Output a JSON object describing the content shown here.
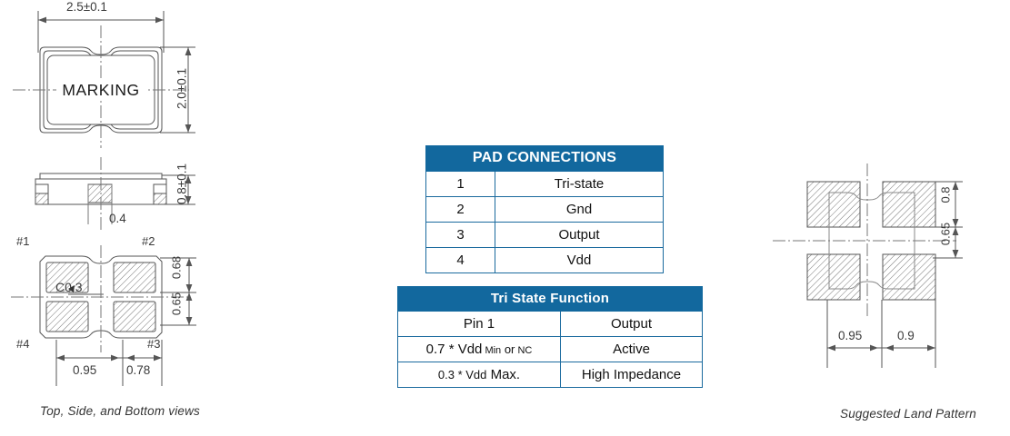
{
  "captions": {
    "left": "Top, Side, and  Bottom  views",
    "right": "Suggested Land Pattern"
  },
  "colors": {
    "table_header_bg": "#12689e",
    "table_header_text": "#ffffff",
    "table_border": "#1a6a9e",
    "line": "#555555",
    "hatch": "#666666",
    "background": "#ffffff"
  },
  "top_view": {
    "marking_label": "MARKING",
    "width_dim": "2.5±0.1",
    "height_dim": "2.0±0.1"
  },
  "side_view": {
    "height_dim": "0.8±0.1",
    "center_dim": "0.4",
    "pin_left": "#1",
    "pin_right": "#2"
  },
  "bottom_view": {
    "chamfer_note": "C0.3",
    "pins": {
      "tl": "#1",
      "tr": "#2",
      "bl": "#4",
      "br": "#3"
    },
    "dim_top_right": "0.68",
    "dim_bottom_right": "0.65",
    "dim_left": "0.95",
    "dim_right": "0.78"
  },
  "land_pattern": {
    "dim_top_right": "0.8",
    "dim_bottom_right": "0.65",
    "dim_left": "0.95",
    "dim_right": "0.9"
  },
  "pad_connections": {
    "title": "PAD CONNECTIONS",
    "rows": [
      {
        "pad": "1",
        "fn": "Tri-state"
      },
      {
        "pad": "2",
        "fn": "Gnd"
      },
      {
        "pad": "3",
        "fn": "Output"
      },
      {
        "pad": "4",
        "fn": "Vdd"
      }
    ]
  },
  "tri_state": {
    "title": "Tri State Function",
    "header": {
      "pin": "Pin 1",
      "output": "Output"
    },
    "rows": [
      {
        "cond_a": "0.7 * Vdd",
        "cond_b": "Min",
        "cond_c": "or",
        "cond_d": "NC",
        "output": "Active"
      },
      {
        "cond_a": "0.3 * Vdd",
        "cond_b": "Max.",
        "cond_c": "",
        "cond_d": "",
        "output": "High Impedance"
      }
    ]
  }
}
